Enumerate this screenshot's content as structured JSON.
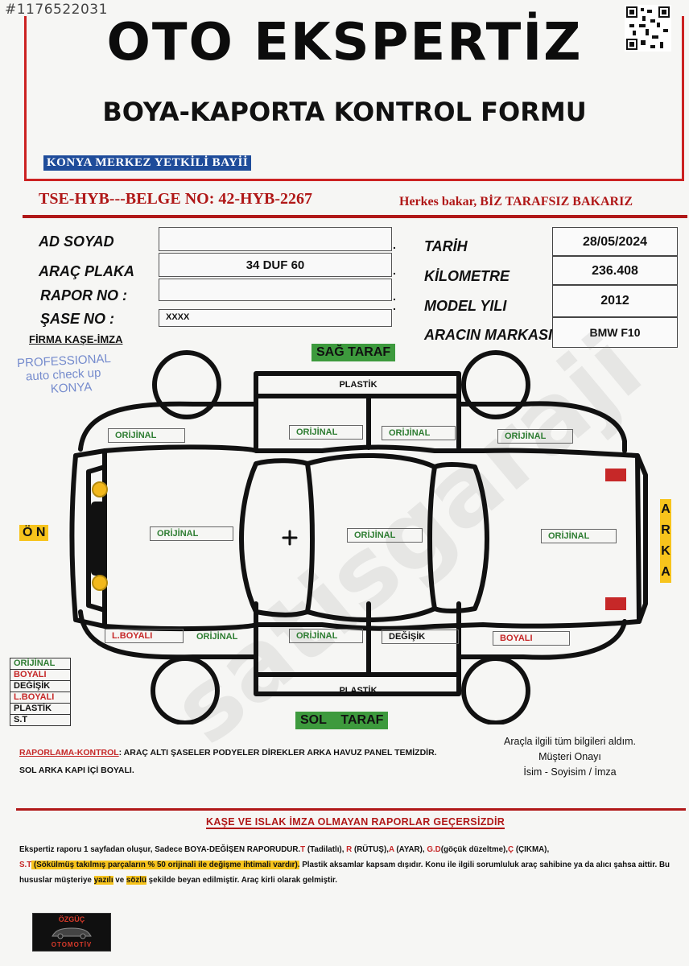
{
  "photo_id": "#1176522031",
  "header": {
    "title": "OTO EKSPERTİZ",
    "subtitle": "BOYA-KAPORTA KONTROL FORMU",
    "dealer": "KONYA MERKEZ YETKİLİ BAYİİ",
    "belge": "TSE-HYB---BELGE NO: 42-HYB-2267",
    "slogan": "Herkes bakar, BİZ TARAFSIZ BAKARIZ"
  },
  "left_fields": [
    {
      "label": "AD SOYAD",
      "value": ""
    },
    {
      "label": "ARAÇ PLAKA",
      "value": "34 DUF 60"
    },
    {
      "label": "RAPOR NO  :",
      "value": ""
    },
    {
      "label": "ŞASE  NO  :",
      "value": "XXXX"
    }
  ],
  "right_fields": [
    {
      "label": "TARİH",
      "value": "28/05/2024"
    },
    {
      "label": "KİLOMETRE",
      "value": "236.408"
    },
    {
      "label": "MODEL YILI",
      "value": "2012"
    },
    {
      "label": "ARACIN MARKASI",
      "value": "BMW F10"
    }
  ],
  "firma_label": "FİRMA KAŞE-İMZA",
  "stamp": {
    "line1": "PROFESSIONAL",
    "line2": "auto check up",
    "line3": "KONYA"
  },
  "sides": {
    "right": "SAĞ TARAF",
    "left": "SOL    TARAF",
    "front": "Ö N",
    "rear": [
      "A",
      "R",
      "K",
      "A"
    ]
  },
  "parts": {
    "top_plastic": "PLASTİK",
    "bottom_plastic": "PLASTİK",
    "front_right_fender": "ORİJİNAL",
    "front_right_door": "ORİJİNAL",
    "rear_right_door": "ORİJİNAL",
    "rear_right_fender": "ORİJİNAL",
    "hood": "ORİJİNAL",
    "roof": "ORİJİNAL",
    "trunk": "ORİJİNAL",
    "front_left_fender_a": "L.BOYALI",
    "front_left_fender_b": "ORİJİNAL",
    "front_left_door": "ORİJİNAL",
    "rear_left_door": "DEĞİŞİK",
    "rear_left_fender": "BOYALI"
  },
  "legend": [
    {
      "label": "ORİJİNAL",
      "color": "#2e7d32"
    },
    {
      "label": "BOYALI",
      "color": "#c62828"
    },
    {
      "label": "DEĞİŞİK",
      "color": "#111111"
    },
    {
      "label": "L.BOYALI",
      "color": "#c62828"
    },
    {
      "label": "PLASTİK",
      "color": "#111111"
    },
    {
      "label": "S.T",
      "color": "#111111"
    }
  ],
  "raporlama": {
    "title": "RAPORLAMA-KONTROL",
    "text1": ": ARAÇ ALTI ŞASELER PODYELER DİREKLER ARKA HAVUZ PANEL TEMİZDİR.",
    "text2": "SOL ARKA KAPI İÇİ BOYALI."
  },
  "onay": {
    "line1": "Araçla ilgili tüm bilgileri aldım.",
    "line2": "Müşteri Onayı",
    "line3": "İsim - Soyisim / İmza"
  },
  "warning": "KAŞE VE ISLAK  İMZA OLMAYAN RAPORLAR GEÇERSİZDİR",
  "disclaimer": {
    "p1": "Ekspertiz raporu 1 sayfadan oluşur, Sadece BOYA-DEĞİŞEN RAPORUDUR.",
    "t": "T",
    "t_text": " (Tadilatlı), ",
    "r": "R",
    "r_text": " (RÜTUŞ),",
    "a": "A",
    "a_text": " (AYAR), ",
    "gd": "G.D",
    "gd_text": "(göçük düzeltme),",
    "c": "Ç",
    "c_text": " (ÇIKMA),",
    "st": "S.T",
    "st_text": " (Sökülmüş takılmış parçaların % 50 orijinali ile değişme ihtimali vardır).",
    "p2": " Plastik aksamlar kapsam dışıdır. Konu ile ilgili sorumluluk araç sahibine ya da alıcı şahsa aittir. Bu hususlar müşteriye ",
    "yazili": "yazılı",
    "ve": " ve ",
    "sozlu": "sözlü",
    "p3": " şekilde beyan edilmiştir. Araç kirli olarak gelmiştir."
  },
  "logo": {
    "top": "ÖZGÜÇ",
    "bottom": "OTOMOTİV"
  },
  "watermark": "satisgaraji"
}
